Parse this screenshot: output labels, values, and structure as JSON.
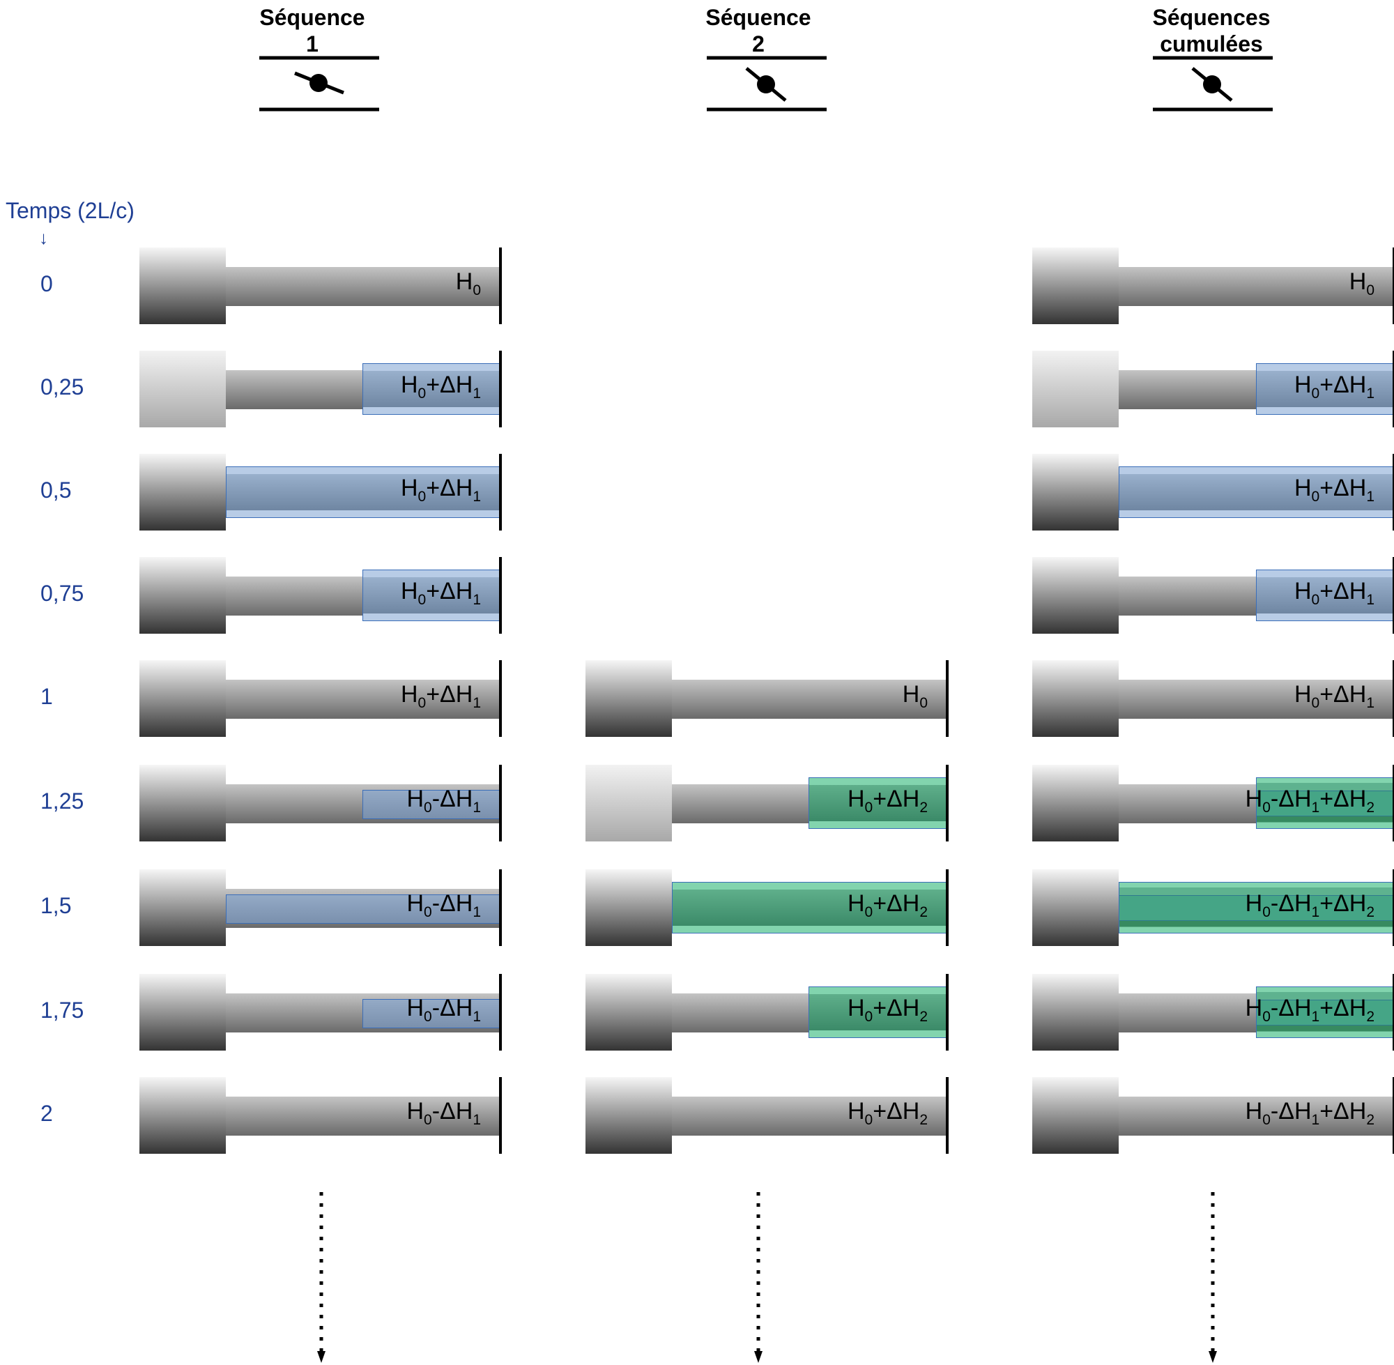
{
  "time_axis": {
    "title": "Temps (2L/c)",
    "arrow": "↓",
    "values": [
      "0",
      "0,25",
      "0,5",
      "0,75",
      "1",
      "1,25",
      "1,5",
      "1,75",
      "2"
    ]
  },
  "colors": {
    "time_text": "#1f3f94",
    "wave_seq1": "#7f96b4",
    "wave_seq2": "#4a9a78",
    "wave_border": "#3a6db8"
  },
  "columns": [
    {
      "id": "seq1",
      "title_line1": "Séquence",
      "title_line2": "1",
      "valve_icon": "valve-partially-closed-icon",
      "rows": [
        {
          "time": "0",
          "label": [
            "H",
            "0"
          ],
          "reservoir": "dark",
          "wave": "none"
        },
        {
          "time": "0,25",
          "label": [
            "H",
            "0",
            "+ΔH",
            "1"
          ],
          "reservoir": "light",
          "wave": "partial-tall-blue"
        },
        {
          "time": "0,5",
          "label": [
            "H",
            "0",
            "+ΔH",
            "1"
          ],
          "reservoir": "dark",
          "wave": "full-tall-blue"
        },
        {
          "time": "0,75",
          "label": [
            "H",
            "0",
            "+ΔH",
            "1"
          ],
          "reservoir": "dark",
          "wave": "partial-tall-blue"
        },
        {
          "time": "1",
          "label": [
            "H",
            "0",
            "+ΔH",
            "1"
          ],
          "reservoir": "dark",
          "wave": "none"
        },
        {
          "time": "1,25",
          "label": [
            "H",
            "0",
            "-ΔH",
            "1"
          ],
          "reservoir": "dark",
          "wave": "partial-thin-blue"
        },
        {
          "time": "1,5",
          "label": [
            "H",
            "0",
            "-ΔH",
            "1"
          ],
          "reservoir": "dark",
          "wave": "full-thin-blue"
        },
        {
          "time": "1,75",
          "label": [
            "H",
            "0",
            "-ΔH",
            "1"
          ],
          "reservoir": "dark",
          "wave": "partial-thin-blue"
        },
        {
          "time": "2",
          "label": [
            "H",
            "0",
            "-ΔH",
            "1"
          ],
          "reservoir": "dark",
          "wave": "none"
        }
      ]
    },
    {
      "id": "seq2",
      "title_line1": "Séquence",
      "title_line2": "2",
      "valve_icon": "valve-closing-icon",
      "rows": [
        {
          "time": "0",
          "label": null
        },
        {
          "time": "0,25",
          "label": null
        },
        {
          "time": "0,5",
          "label": null
        },
        {
          "time": "0,75",
          "label": null
        },
        {
          "time": "1",
          "label": [
            "H",
            "0"
          ],
          "reservoir": "dark",
          "wave": "none"
        },
        {
          "time": "1,25",
          "label": [
            "H",
            "0",
            "+ΔH",
            "2"
          ],
          "reservoir": "light",
          "wave": "partial-tall-green"
        },
        {
          "time": "1,5",
          "label": [
            "H",
            "0",
            "+ΔH",
            "2"
          ],
          "reservoir": "dark",
          "wave": "full-tall-green"
        },
        {
          "time": "1,75",
          "label": [
            "H",
            "0",
            "+ΔH",
            "2"
          ],
          "reservoir": "dark",
          "wave": "partial-tall-green"
        },
        {
          "time": "2",
          "label": [
            "H",
            "0",
            "+ΔH",
            "2"
          ],
          "reservoir": "dark",
          "wave": "none"
        }
      ]
    },
    {
      "id": "cumul",
      "title_line1": "Séquences",
      "title_line2": "cumulées",
      "valve_icon": "valve-closing-icon",
      "rows": [
        {
          "time": "0",
          "label": [
            "H",
            "0"
          ],
          "reservoir": "dark",
          "wave": "none"
        },
        {
          "time": "0,25",
          "label": [
            "H",
            "0",
            "+ΔH",
            "1"
          ],
          "reservoir": "light",
          "wave": "partial-tall-blue"
        },
        {
          "time": "0,5",
          "label": [
            "H",
            "0",
            "+ΔH",
            "1"
          ],
          "reservoir": "dark",
          "wave": "full-tall-blue"
        },
        {
          "time": "0,75",
          "label": [
            "H",
            "0",
            "+ΔH",
            "1"
          ],
          "reservoir": "dark",
          "wave": "partial-tall-blue"
        },
        {
          "time": "1",
          "label": [
            "H",
            "0",
            "+ΔH",
            "1"
          ],
          "reservoir": "dark",
          "wave": "none"
        },
        {
          "time": "1,25",
          "label": [
            "H",
            "0",
            "-ΔH",
            "1",
            "+ΔH",
            "2"
          ],
          "reservoir": "dark",
          "wave": "partial-cum-green"
        },
        {
          "time": "1,5",
          "label": [
            "H",
            "0",
            "-ΔH",
            "1",
            "+ΔH",
            "2"
          ],
          "reservoir": "dark",
          "wave": "full-cum-green"
        },
        {
          "time": "1,75",
          "label": [
            "H",
            "0",
            "-ΔH",
            "1",
            "+ΔH",
            "2"
          ],
          "reservoir": "dark",
          "wave": "partial-cum-green"
        },
        {
          "time": "2",
          "label": [
            "H",
            "0",
            "-ΔH",
            "1",
            "+ΔH",
            "2"
          ],
          "reservoir": "dark",
          "wave": "none"
        }
      ]
    }
  ]
}
